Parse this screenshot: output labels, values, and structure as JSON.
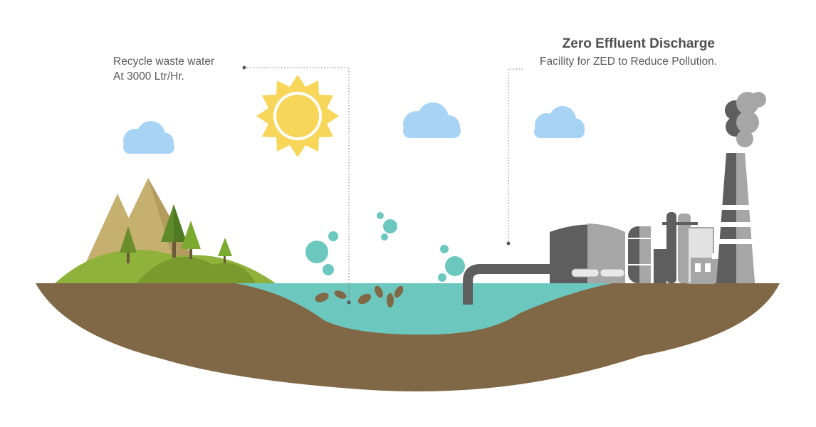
{
  "left_callout": {
    "line1": "Recycle waste water",
    "line2": "At 3000 Ltr/Hr."
  },
  "right_callout": {
    "title": "Zero Effluent Discharge",
    "subtitle": "Facility for ZED to Reduce Pollution."
  },
  "colors": {
    "soil": "#806846",
    "water": "#6cc8bf",
    "hill": "#8fb33a",
    "hill_dark": "#7a9a2e",
    "mountain": "#c6b06f",
    "sun": "#f7d65a",
    "cloud": "#a7d3f5",
    "factory_dark": "#5e5e5e",
    "factory_light": "#a6a6a6",
    "bubble": "#6cc8bf",
    "sludge": "#806846",
    "text": "#5a5a5a"
  },
  "icons": [
    "sun-icon",
    "cloud-icon",
    "tree-icon",
    "factory-icon",
    "smokestack-icon",
    "pipe-icon"
  ]
}
